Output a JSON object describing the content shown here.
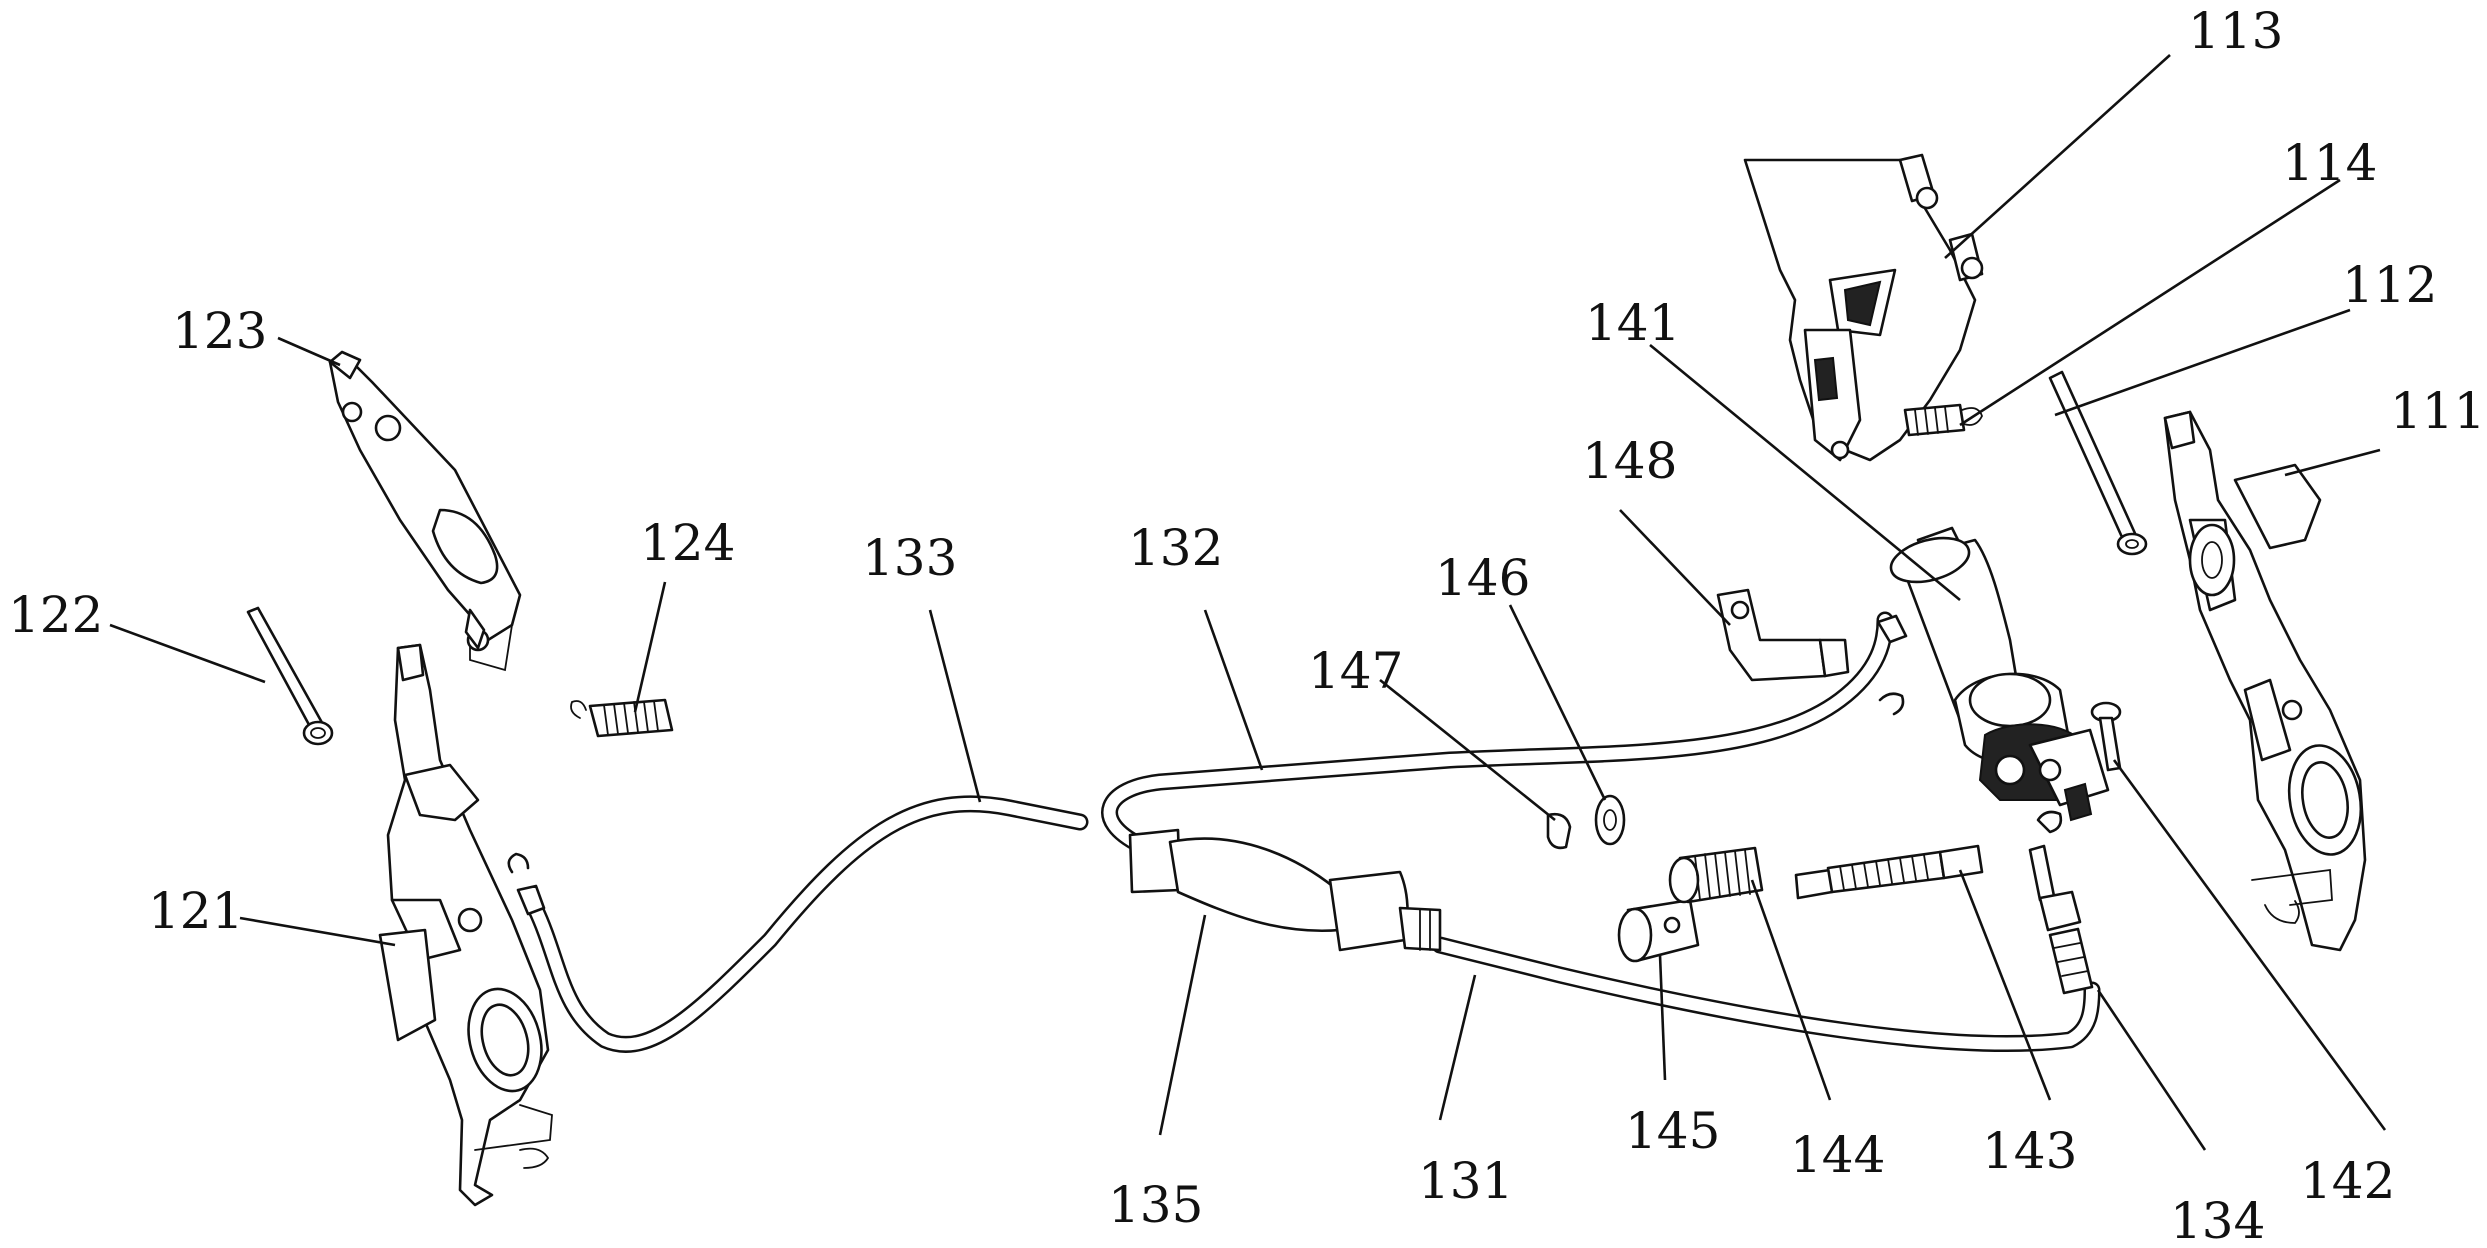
{
  "figure": {
    "labels": [
      {
        "id": "111",
        "text": "111"
      },
      {
        "id": "112",
        "text": "112"
      },
      {
        "id": "113",
        "text": "113"
      },
      {
        "id": "114",
        "text": "114"
      },
      {
        "id": "121",
        "text": "121"
      },
      {
        "id": "122",
        "text": "122"
      },
      {
        "id": "123",
        "text": "123"
      },
      {
        "id": "124",
        "text": "124"
      },
      {
        "id": "131",
        "text": "131"
      },
      {
        "id": "132",
        "text": "132"
      },
      {
        "id": "133",
        "text": "133"
      },
      {
        "id": "134",
        "text": "134"
      },
      {
        "id": "135",
        "text": "135"
      },
      {
        "id": "141",
        "text": "141"
      },
      {
        "id": "142",
        "text": "142"
      },
      {
        "id": "143",
        "text": "143"
      },
      {
        "id": "144",
        "text": "144"
      },
      {
        "id": "145",
        "text": "145"
      },
      {
        "id": "146",
        "text": "146"
      },
      {
        "id": "147",
        "text": "147"
      },
      {
        "id": "148",
        "text": "148"
      }
    ]
  }
}
